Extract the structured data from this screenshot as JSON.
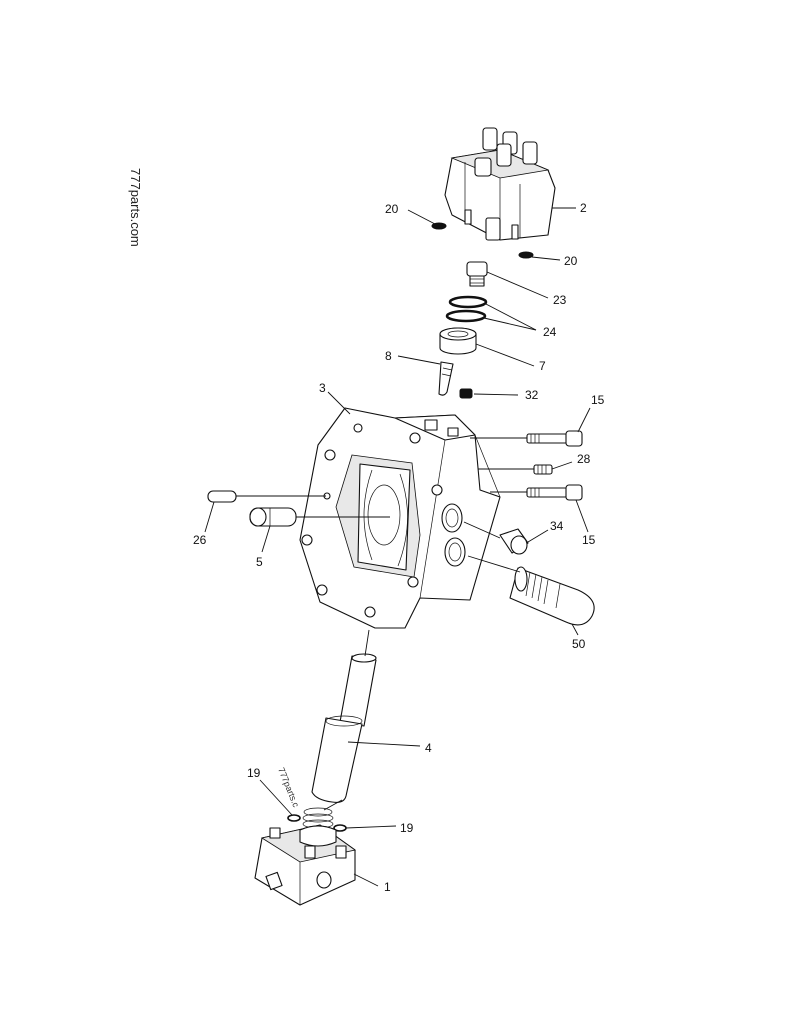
{
  "watermarks": {
    "main": "777parts.com",
    "small": "777parts.c"
  },
  "callouts": {
    "c2": "2",
    "c20a": "20",
    "c20b": "20",
    "c23": "23",
    "c24": "24",
    "c8": "8",
    "c7": "7",
    "c32": "32",
    "c3": "3",
    "c15a": "15",
    "c28": "28",
    "c15b": "15",
    "c34": "34",
    "c26": "26",
    "c5": "5",
    "c50": "50",
    "c4": "4",
    "c19a": "19",
    "c19b": "19",
    "c1": "1"
  }
}
